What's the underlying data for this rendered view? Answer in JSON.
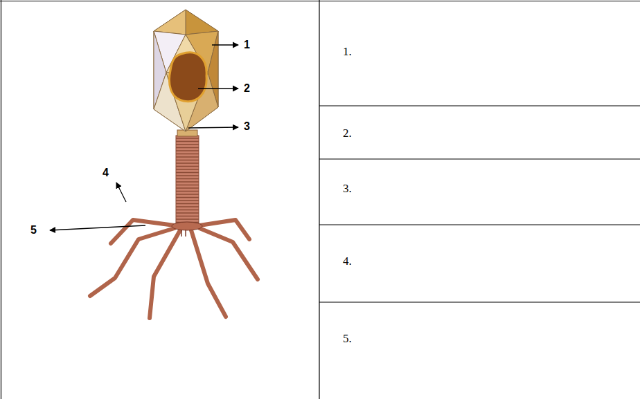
{
  "diagram": {
    "labels": [
      "1",
      "2",
      "3",
      "4",
      "5",
      "1.",
      "2.",
      "3.",
      "4.",
      "5."
    ]
  }
}
